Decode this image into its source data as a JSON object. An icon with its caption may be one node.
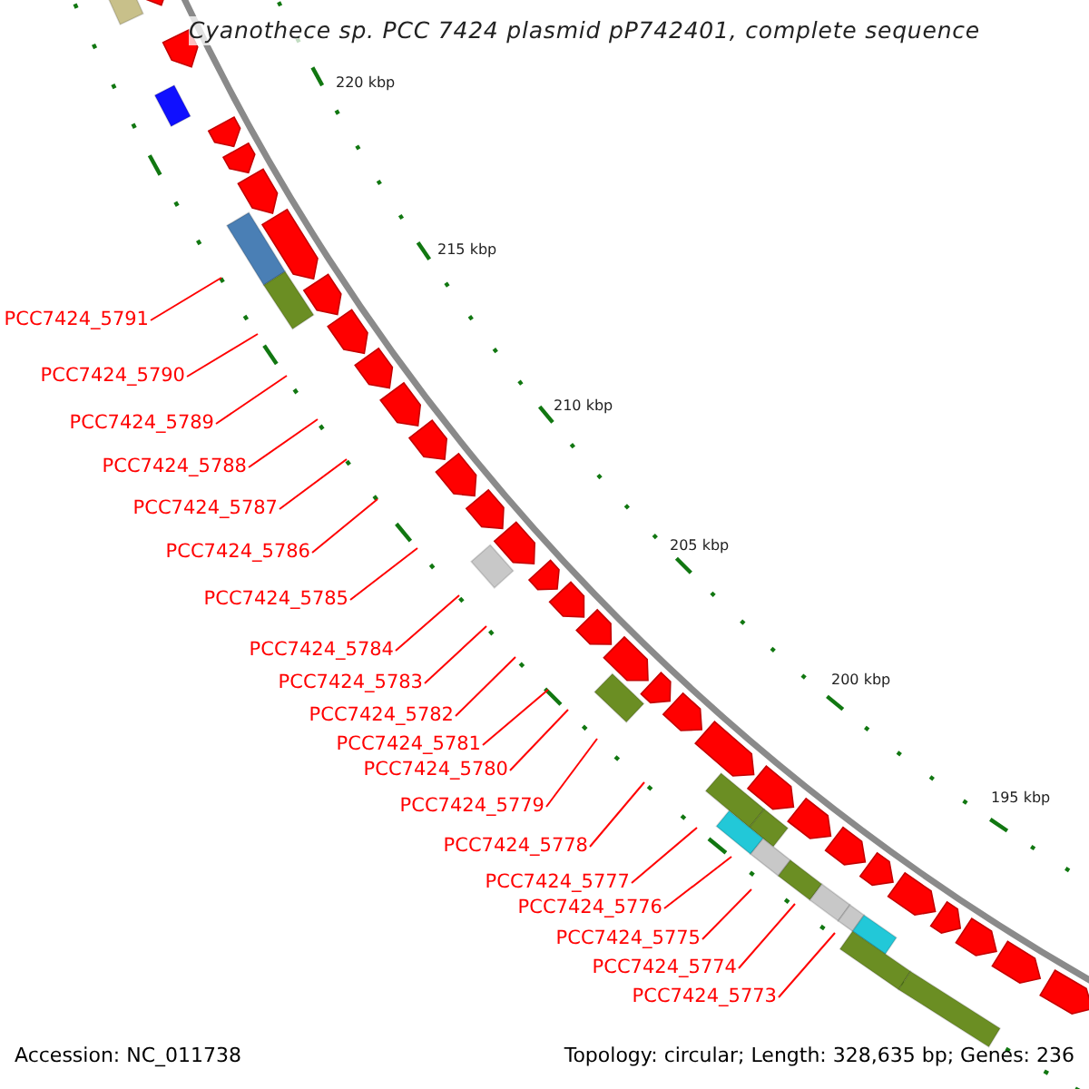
{
  "diagram": {
    "title": "Cyanothece sp. PCC 7424 plasmid pP742401, complete sequence",
    "nodes": [
      {
        "text": [
          "PCC7424_5791"
        ]
      },
      {
        "text": [
          "PCC7424_5790"
        ]
      },
      {
        "text": [
          "PCC7424_5789"
        ]
      },
      {
        "text": [
          "PCC7424_5788"
        ]
      },
      {
        "text": [
          "PCC7424_5787"
        ]
      },
      {
        "text": [
          "PCC7424_5786"
        ]
      },
      {
        "text": [
          "PCC7424_5785"
        ]
      },
      {
        "text": [
          "PCC7424_5784"
        ]
      },
      {
        "text": [
          "PCC7424_5783"
        ]
      },
      {
        "text": [
          "PCC7424_5782"
        ]
      },
      {
        "text": [
          "PCC7424_5781"
        ]
      },
      {
        "text": [
          "PCC7424_5780"
        ]
      },
      {
        "text": [
          "PCC7424_5779"
        ]
      },
      {
        "text": [
          "PCC7424_5778"
        ]
      },
      {
        "text": [
          "PCC7424_5777"
        ]
      },
      {
        "text": [
          "PCC7424_5776"
        ]
      },
      {
        "text": [
          "PCC7424_5775"
        ]
      },
      {
        "text": [
          "PCC7424_5774"
        ]
      },
      {
        "text": [
          "PCC7424_5773"
        ]
      }
    ],
    "edges": [
      {
        "from": 0,
        "to": null,
        "arrow": "none"
      },
      {
        "from": 1,
        "to": null,
        "arrow": "none"
      },
      {
        "from": 2,
        "to": null,
        "arrow": "none"
      },
      {
        "from": 3,
        "to": null,
        "arrow": "none"
      },
      {
        "from": 4,
        "to": null,
        "arrow": "none"
      },
      {
        "from": 5,
        "to": null,
        "arrow": "none"
      },
      {
        "from": 6,
        "to": null,
        "arrow": "none"
      },
      {
        "from": 7,
        "to": null,
        "arrow": "none"
      },
      {
        "from": 8,
        "to": null,
        "arrow": "none"
      },
      {
        "from": 9,
        "to": null,
        "arrow": "none"
      },
      {
        "from": 10,
        "to": null,
        "arrow": "none"
      },
      {
        "from": 11,
        "to": null,
        "arrow": "none"
      },
      {
        "from": 12,
        "to": null,
        "arrow": "none"
      },
      {
        "from": 13,
        "to": null,
        "arrow": "none"
      },
      {
        "from": 14,
        "to": null,
        "arrow": "none"
      },
      {
        "from": 15,
        "to": null,
        "arrow": "none"
      },
      {
        "from": 16,
        "to": null,
        "arrow": "none"
      },
      {
        "from": 17,
        "to": null,
        "arrow": "none"
      },
      {
        "from": 18,
        "to": null,
        "arrow": "none"
      }
    ],
    "labels": [
      "220 kbp",
      "215 kbp",
      "210 kbp",
      "205 kbp",
      "200 kbp",
      "195 kbp",
      "Accession: NC_011738",
      "Topology: circular; Length: 328,635 bp; Genes: 236"
    ]
  }
}
